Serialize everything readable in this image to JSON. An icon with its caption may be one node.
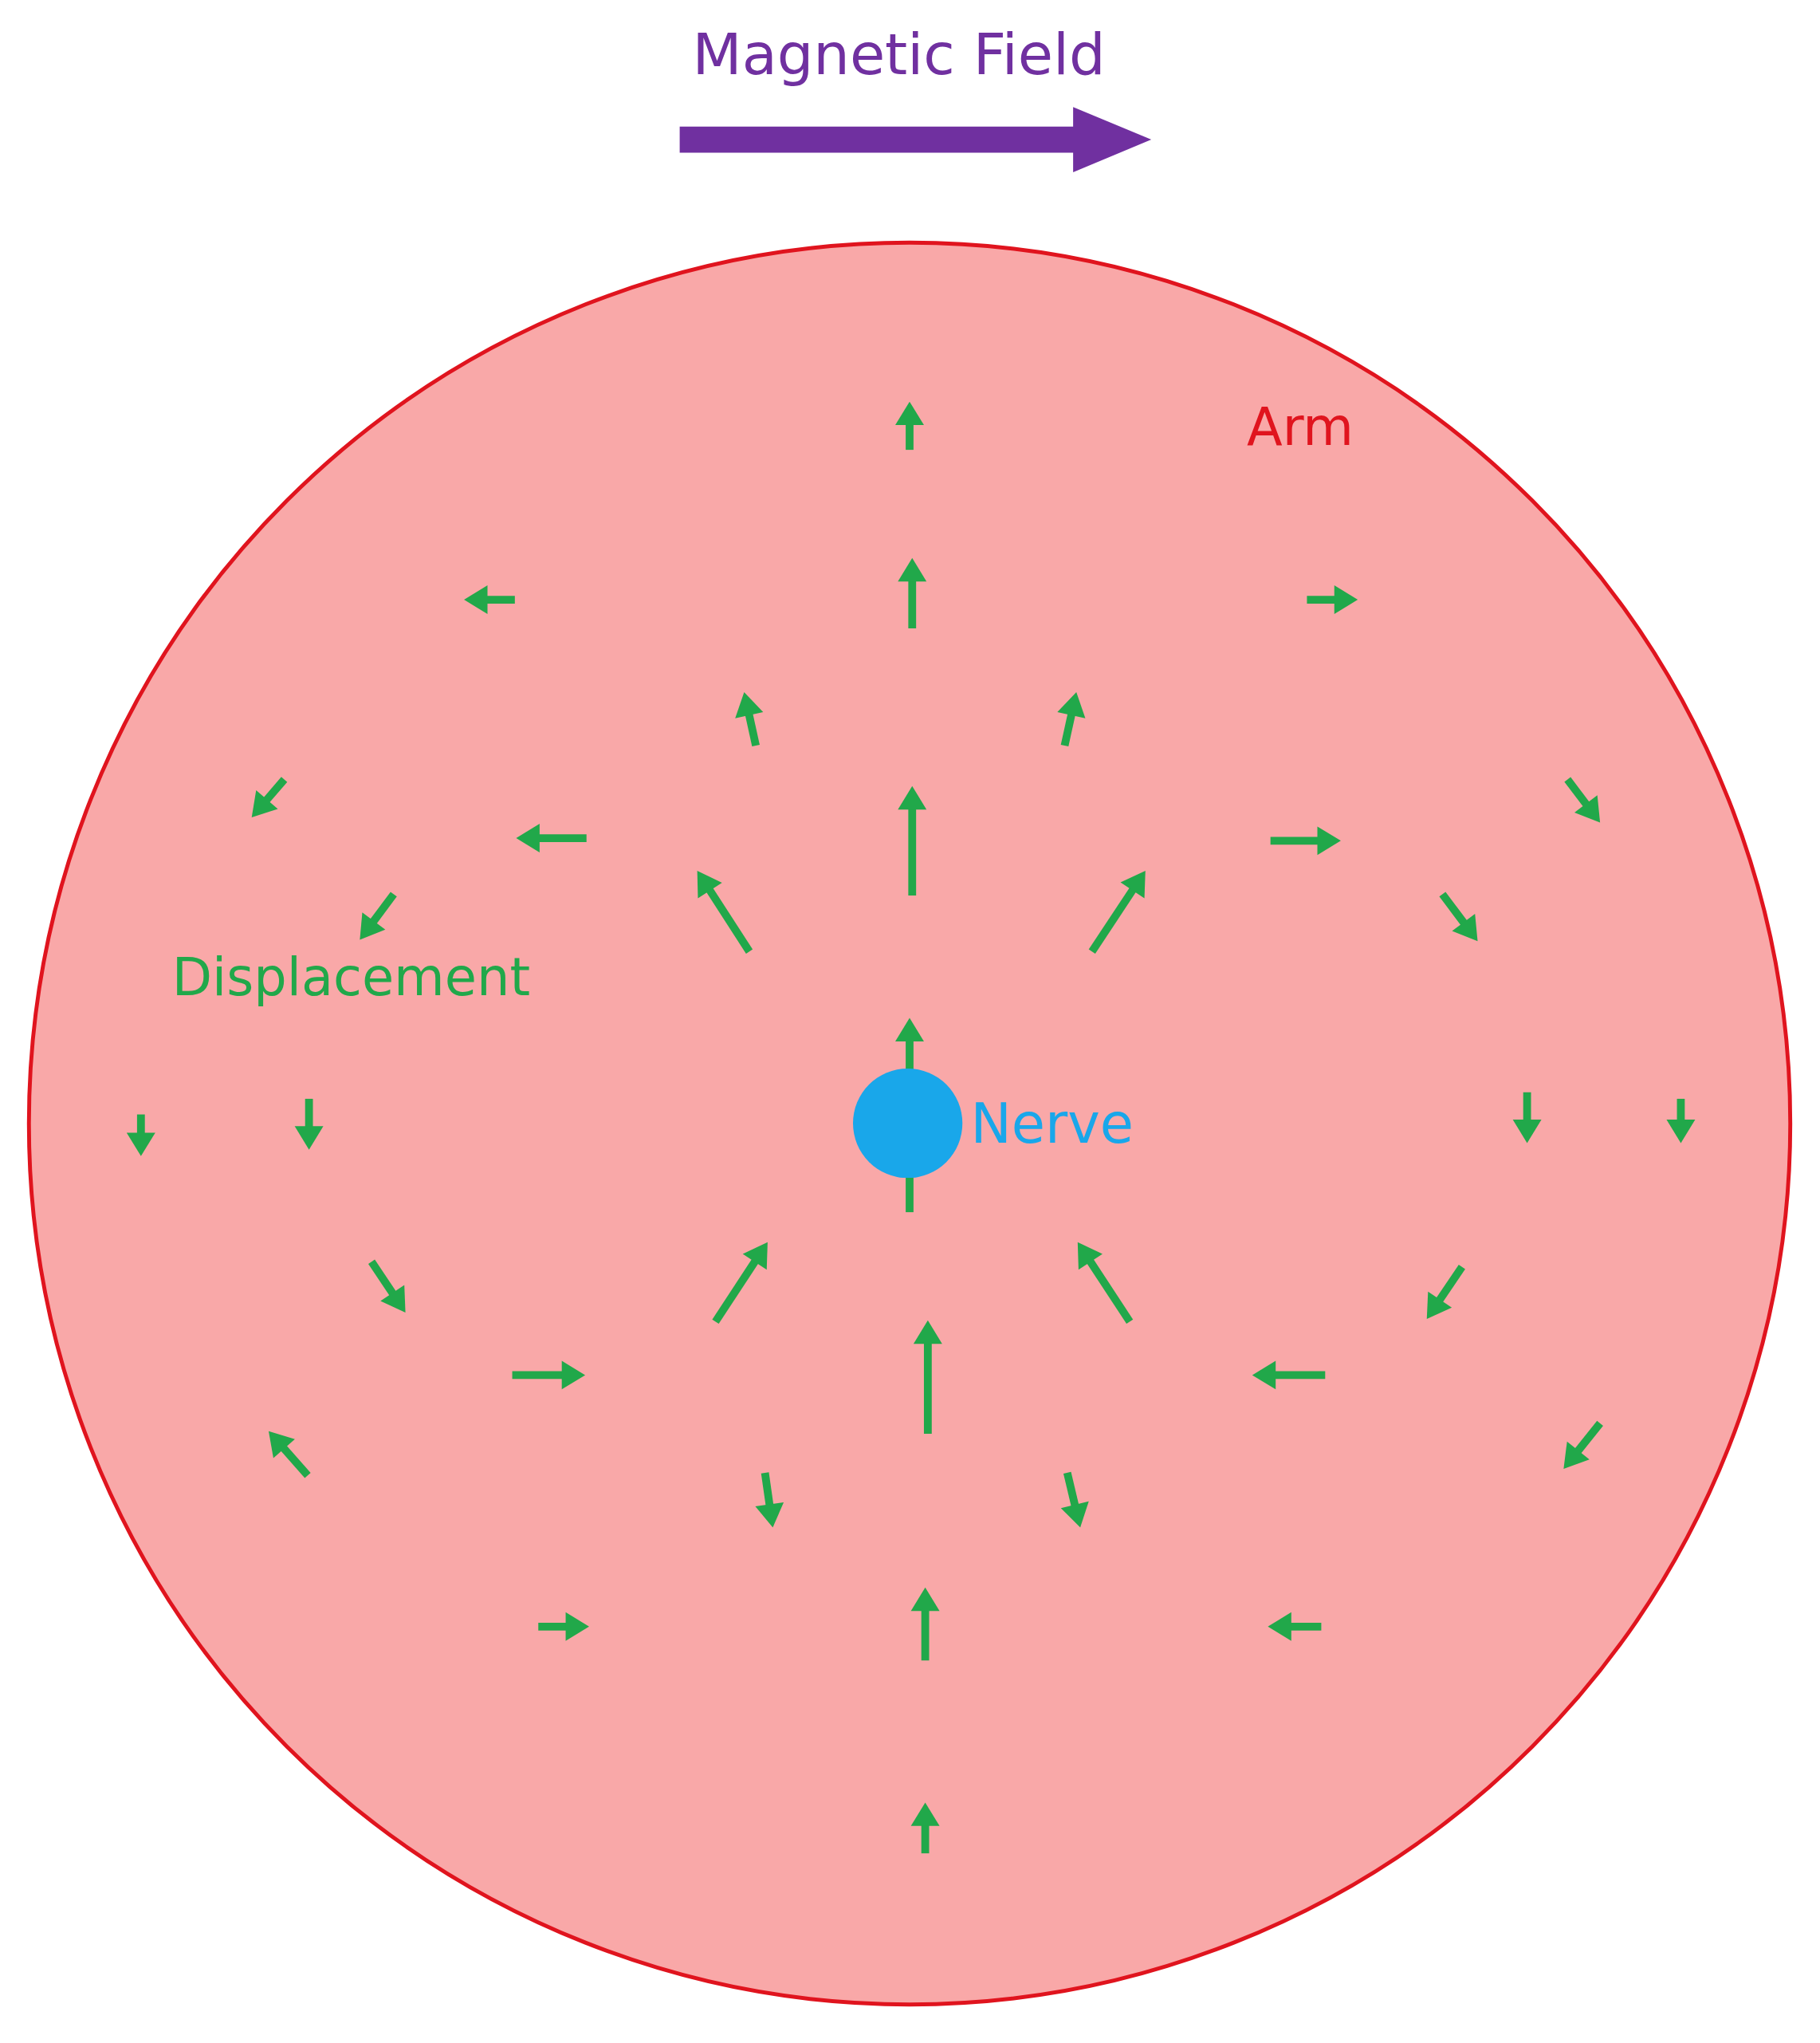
{
  "diagram": {
    "nodes": [
      {
        "text": [
          "Arm"
        ]
      },
      {
        "text": [
          "Nerve"
        ],
        "in": 0
      }
    ],
    "labels": [
      "Magnetic Field",
      "Displacement"
    ]
  }
}
